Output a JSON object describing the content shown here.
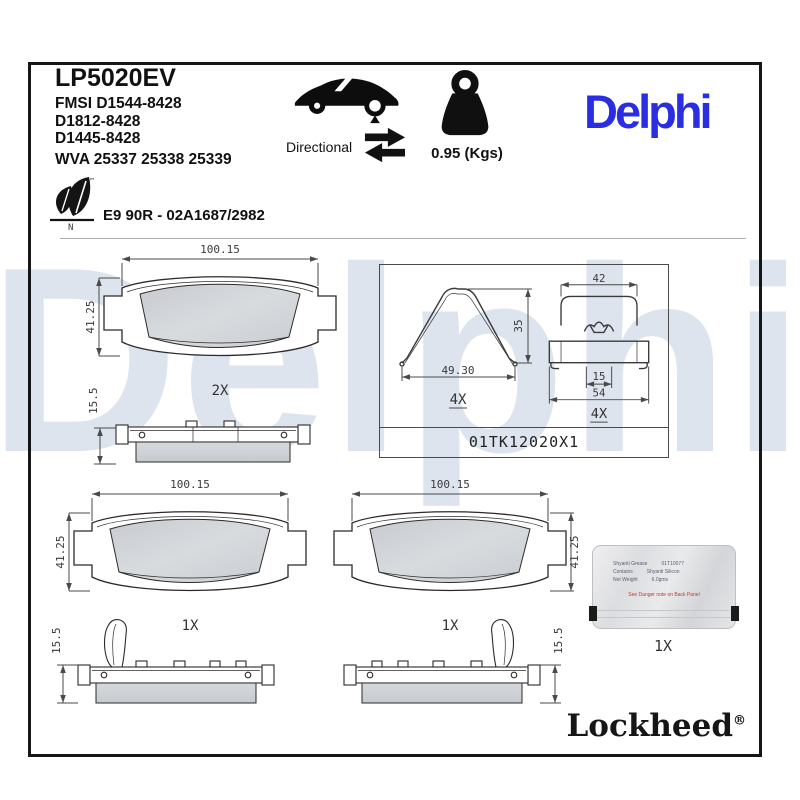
{
  "colors": {
    "brand_blue": "#2a2de0",
    "watermark_gray": "#dde4ee",
    "friction_gray": "#cdd1d6",
    "warning_red": "#c03a32",
    "frame_black": "#161616"
  },
  "header": {
    "part_number": "LP5020EV",
    "fmsi": [
      "FMSI D1544-8428",
      "D1812-8428",
      "D1445-8428"
    ],
    "wva": "WVA 25337 25338 25339",
    "eco": {
      "tm": "™",
      "letter": "N"
    },
    "approval": "E9 90R - 02A1687/2982",
    "directional_label": "Directional",
    "weight": "0.95 (Kgs)",
    "brand": "Delphi"
  },
  "watermark": {
    "text": "Delphi"
  },
  "pad_set": {
    "qty": "2X",
    "width": "100.15",
    "height": "41.25",
    "thickness": "15.5"
  },
  "kit": {
    "code": "01TK12020X1",
    "spring": {
      "width": "49.30",
      "height": "35",
      "qty": "4X"
    },
    "clip": {
      "top_width": "42",
      "slot": "15",
      "bottom_width": "54",
      "qty": "4X"
    }
  },
  "pad_left": {
    "qty": "1X",
    "width": "100.15",
    "height": "41.25",
    "thickness": "15.5"
  },
  "pad_right": {
    "qty": "1X",
    "width": "100.15",
    "height": "41.25",
    "thickness": "15.5"
  },
  "grease": {
    "qty": "1X",
    "rows": [
      {
        "label": "Shyanti Grease",
        "value": "01T10077"
      },
      {
        "label": "Contains",
        "value": "Shyanti Silicon"
      },
      {
        "label": "Net Weight",
        "value": "6.0gms"
      }
    ],
    "warning": "See Danger note on Back Panel"
  },
  "footer": {
    "brand": "Lockheed",
    "reg": "®"
  }
}
